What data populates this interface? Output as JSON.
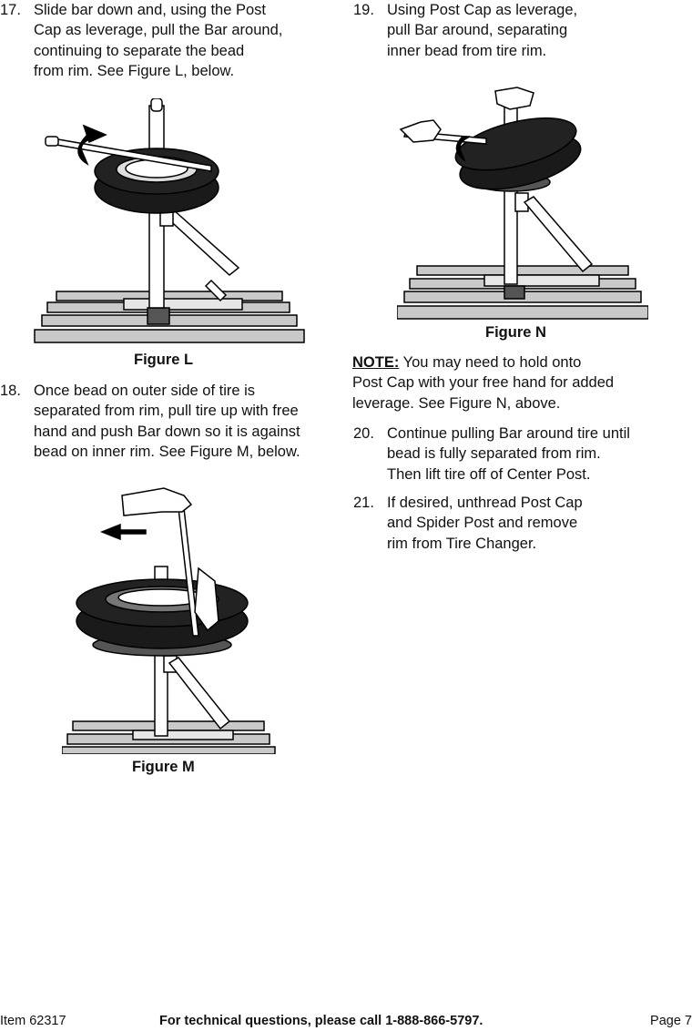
{
  "steps": [
    {
      "num": "17.",
      "lines": [
        "Slide bar down and, using the Post",
        "Cap as leverage, pull the Bar around,",
        "continuing to separate the bead",
        "from rim.  See Figure L, below."
      ]
    },
    {
      "num": "18.",
      "lines": [
        "Once bead on outer side of tire is",
        "separated from rim, pull tire up with free",
        "hand and push Bar down so it is against",
        "bead on inner rim.  See Figure M, below."
      ]
    },
    {
      "num": "19.",
      "lines": [
        "Using Post Cap as leverage,",
        "pull Bar around, separating",
        "inner bead from tire rim."
      ]
    },
    {
      "num": "20.",
      "lines": [
        "Continue pulling Bar around tire until",
        "bead is fully separated from rim.",
        "Then lift tire off of Center Post."
      ]
    },
    {
      "num": "21.",
      "lines": [
        "If desired, unthread Post Cap",
        "and Spider Post and remove",
        "rim from Tire Changer."
      ]
    }
  ],
  "figures": {
    "l": "Figure L",
    "m": "Figure M",
    "n": "Figure N"
  },
  "note": {
    "label": "NOTE:",
    "lines": [
      "You may need to hold onto",
      "Post Cap with your free hand for added",
      "leverage.  See Figure N, above."
    ]
  },
  "footer": {
    "item": "Item 62317",
    "support": "For technical questions, please call 1-888-866-5797.",
    "page": "Page 7"
  }
}
